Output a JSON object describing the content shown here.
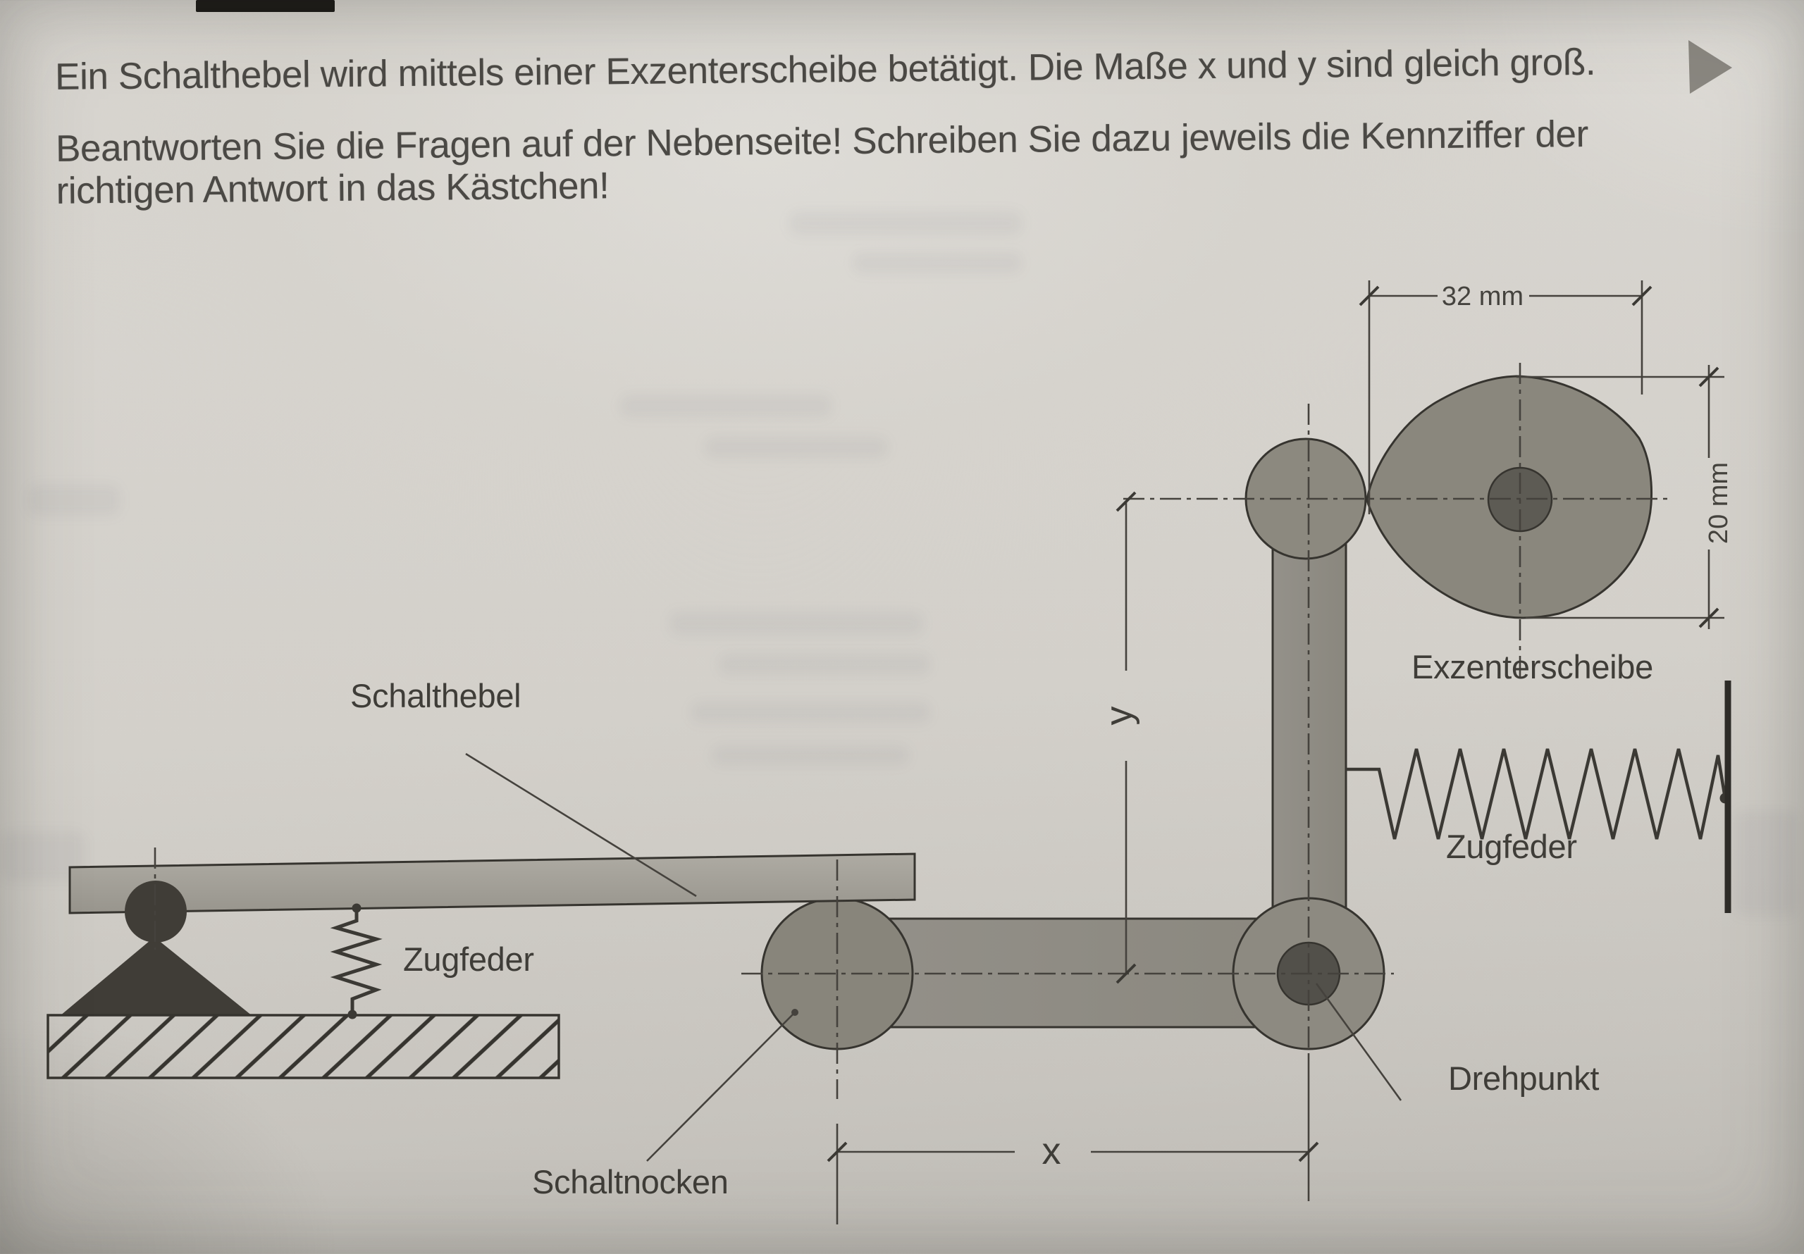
{
  "page": {
    "intro": {
      "line1": "Ein Schalthebel wird mittels einer Exzenterscheibe betätigt. Die Maße x und y sind gleich groß.",
      "line2": "Beantworten Sie die Fragen auf der Nebenseite! Schreiben Sie dazu jeweils die Kennziffer der",
      "line3": "richtigen Antwort in das Kästchen!"
    },
    "colors": {
      "paper": "#d6d3cd",
      "ink_text": "#4b4945",
      "drawing_line": "#45423d",
      "lever_fill": "#a6a39b",
      "link_fill": "#8f8c83",
      "disc_fill": "#8a877d",
      "hub_dark": "#52504a",
      "black_part": "#403d37",
      "corner_bar": "#171613",
      "arrow_marker": "#8a8780"
    }
  },
  "diagram": {
    "labels": {
      "lever": "Schalthebel",
      "spring_left": "Zugfeder",
      "cam_follower": "Schaltnocken",
      "eccentric_disc": "Exzenterscheibe",
      "spring_right": "Zugfeder",
      "pivot": "Drehpunkt"
    },
    "dimensions": {
      "disc_width": "32 mm",
      "disc_height": "20 mm",
      "horizontal": "x",
      "vertical": "y"
    }
  }
}
